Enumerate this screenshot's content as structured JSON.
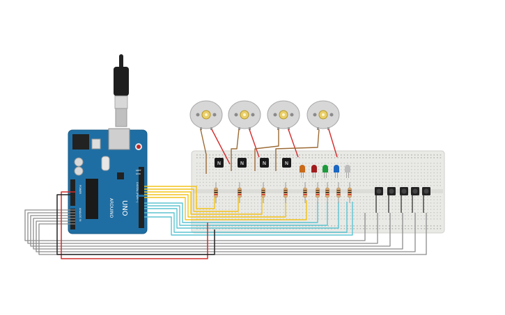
{
  "arduino": {
    "brand_text": "ARDUINO",
    "model_text": "UNO",
    "digital_label": "DIGITAL (PWM~)",
    "analog_label": "ANALOG IN",
    "power_label": "POWER",
    "aref_label": "AREF",
    "gnd_label": "GND"
  },
  "transistor_label": "N",
  "motors_count_visible": 4,
  "colors": {
    "board": "#1f6ea3",
    "breadboard": "#e9e9e6",
    "wire_yellow": "#f2c318",
    "wire_cyan": "#5bc4d1",
    "wire_gray": "#8c8c8c",
    "wire_red": "#d42a2a",
    "wire_brown": "#9b6a34",
    "wire_black": "#222222",
    "led_orange": "#c86a19",
    "led_red": "#a11c1c",
    "led_green": "#1d9a3c",
    "led_blue": "#1b67c2",
    "led_white": "#bdbdbd"
  }
}
